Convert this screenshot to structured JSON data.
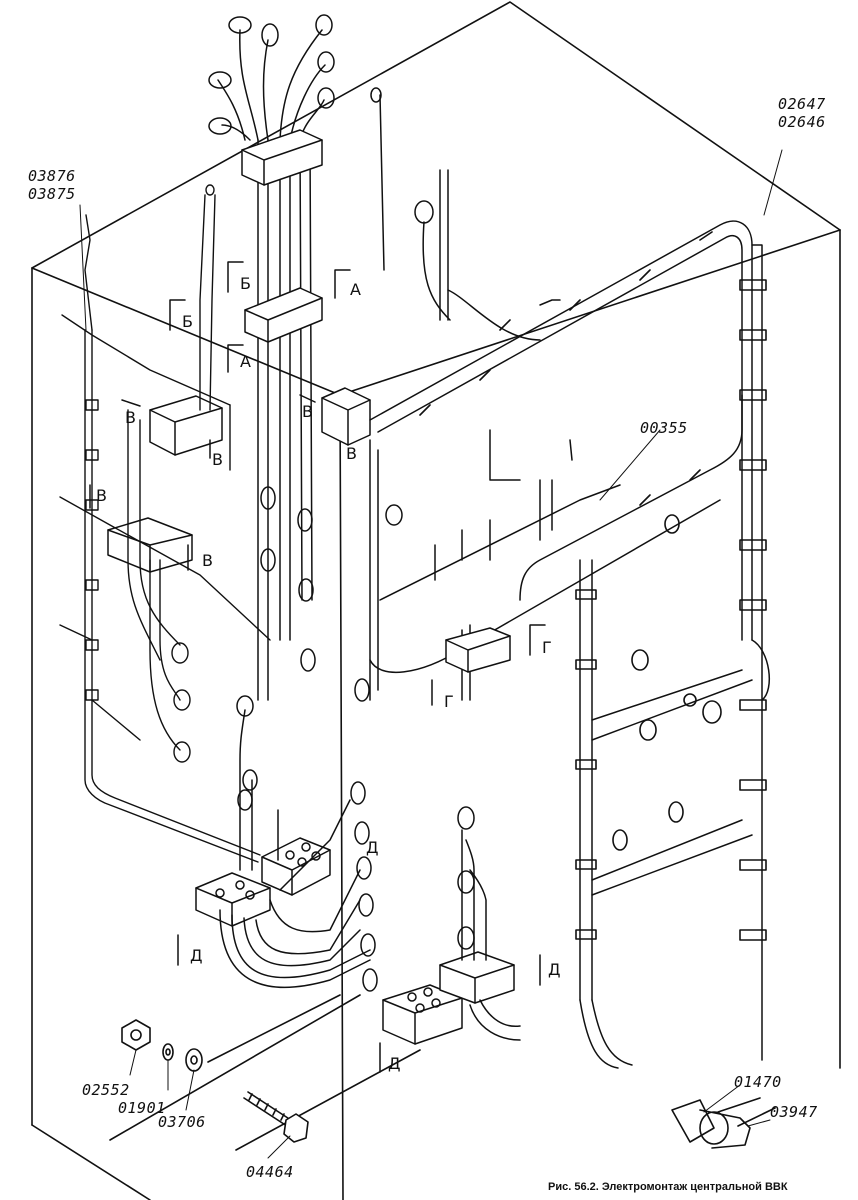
{
  "parts": {
    "p03876": "03876",
    "p03875": "03875",
    "p02647": "02647",
    "p02646": "02646",
    "p00355": "00355",
    "p02552": "02552",
    "p01901": "01901",
    "p03706": "03706",
    "p04464": "04464",
    "p01470": "01470",
    "p03947": "03947"
  },
  "sections": {
    "a": "А",
    "b": "Б",
    "v": "В",
    "g": "Г",
    "d": "Д"
  },
  "caption": "Рис. 56.2. Электромонтаж центральной ВВК"
}
